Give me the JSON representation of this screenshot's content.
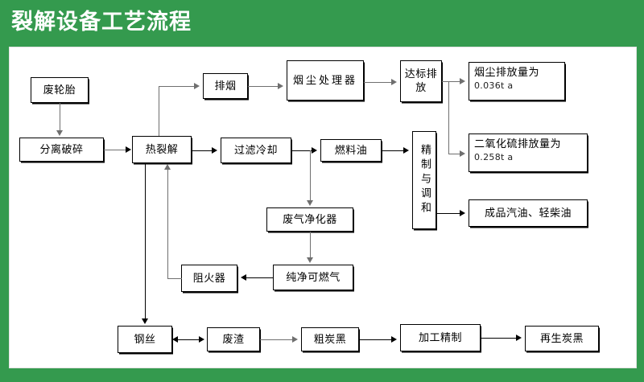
{
  "header": {
    "title": "裂解设备工艺流程",
    "background_color": "#349a4e",
    "text_color": "#ffffff"
  },
  "canvas": {
    "background_color": "#ffffff",
    "border_color": "#e2e2e2"
  },
  "diagram": {
    "type": "process-flowchart",
    "line_color": "#6f6f6f",
    "box_border_color": "#000000",
    "nodes": {
      "waste_tire": {
        "label": "废轮胎"
      },
      "separation_crush": {
        "label": "分离破碎"
      },
      "thermal_cracking": {
        "label": "热裂解"
      },
      "exhaust_smoke": {
        "label": "排烟"
      },
      "dust_treater": {
        "label": "烟尘处理器"
      },
      "standard_emission": {
        "label": "达标排放"
      },
      "dust_emission": {
        "line1": "烟尘排放量为",
        "line2": "0.036t a"
      },
      "so2_emission": {
        "line1": "二氧化硫排放量为",
        "line2": "0.258t a"
      },
      "filter_cooling": {
        "label": "过滤冷却"
      },
      "fuel_oil": {
        "label": "燃料油"
      },
      "refine_blend": {
        "label": "精制与调和"
      },
      "finished_products": {
        "label": "成品汽油、轻柴油"
      },
      "gas_purifier": {
        "label": "废气净化器"
      },
      "clean_fuel_gas": {
        "label": "纯净可燃气"
      },
      "flame_arrester": {
        "label": "阻火器"
      },
      "steel_wire": {
        "label": "钢丝"
      },
      "waste_residue": {
        "label": "废渣"
      },
      "crude_carbon": {
        "label": "粗炭黑"
      },
      "refining_process": {
        "label": "加工精制"
      },
      "recycled_carbon": {
        "label": "再生炭黑"
      }
    },
    "edges": [
      {
        "from": "waste_tire",
        "to": "separation_crush",
        "style": "down"
      },
      {
        "from": "separation_crush",
        "to": "thermal_cracking",
        "style": "right"
      },
      {
        "from": "thermal_cracking",
        "to": "exhaust_smoke",
        "style": "up-right"
      },
      {
        "from": "exhaust_smoke",
        "to": "dust_treater",
        "style": "right"
      },
      {
        "from": "dust_treater",
        "to": "standard_emission",
        "style": "right"
      },
      {
        "from": "standard_emission",
        "to": "dust_emission",
        "style": "right"
      },
      {
        "from": "standard_emission",
        "to": "so2_emission",
        "style": "right-down-right"
      },
      {
        "from": "thermal_cracking",
        "to": "filter_cooling",
        "style": "right"
      },
      {
        "from": "filter_cooling",
        "to": "fuel_oil",
        "style": "right"
      },
      {
        "from": "filter_cooling",
        "to": "gas_purifier",
        "style": "down"
      },
      {
        "from": "fuel_oil",
        "to": "refine_blend",
        "style": "right"
      },
      {
        "from": "refine_blend",
        "to": "finished_products",
        "style": "right"
      },
      {
        "from": "gas_purifier",
        "to": "clean_fuel_gas",
        "style": "down"
      },
      {
        "from": "clean_fuel_gas",
        "to": "flame_arrester",
        "style": "left"
      },
      {
        "from": "flame_arrester",
        "to": "thermal_cracking",
        "style": "left-up"
      },
      {
        "from": "thermal_cracking",
        "to": "steel_wire",
        "style": "down"
      },
      {
        "from": "steel_wire",
        "to": "waste_residue",
        "style": "bidirectional"
      },
      {
        "from": "waste_residue",
        "to": "crude_carbon",
        "style": "right"
      },
      {
        "from": "crude_carbon",
        "to": "refining_process",
        "style": "right"
      },
      {
        "from": "refining_process",
        "to": "recycled_carbon",
        "style": "right"
      }
    ]
  }
}
